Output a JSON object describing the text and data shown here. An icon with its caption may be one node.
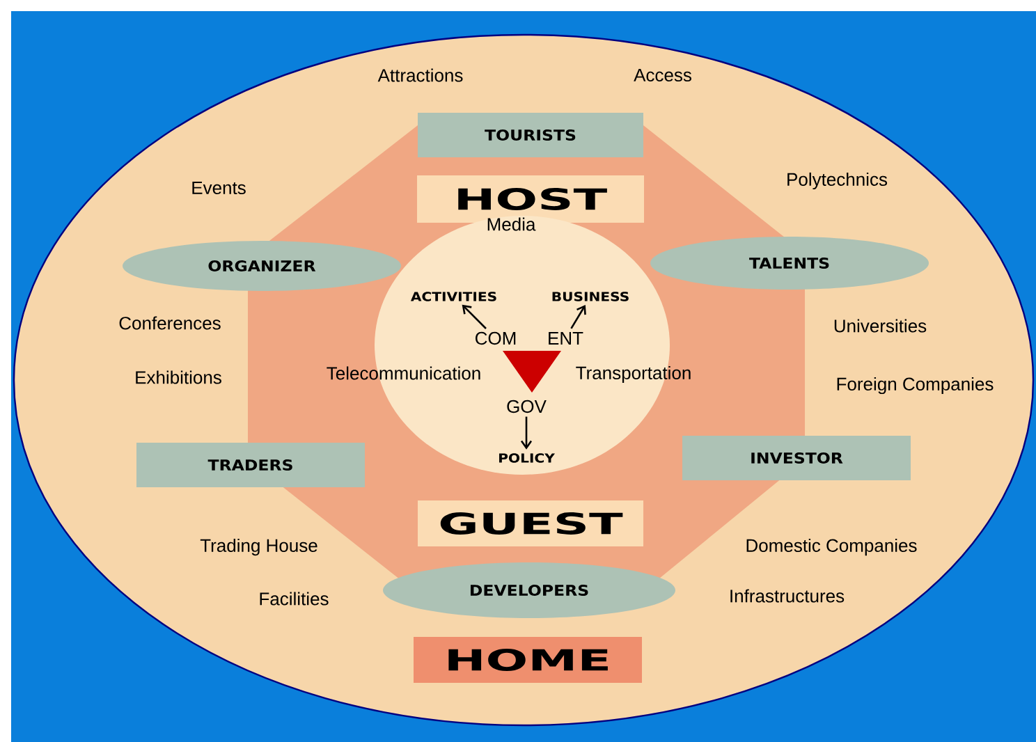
{
  "diagram": {
    "nodes": [
      {
        "text": [
          "TOURISTS"
        ]
      },
      {
        "text": [
          "HOST"
        ]
      },
      {
        "text": [
          "ORGANIZER"
        ]
      },
      {
        "text": [
          "TALENTS"
        ]
      },
      {
        "text": [
          "Media",
          "Telecommunication",
          "Transportation"
        ]
      },
      {
        "text": [
          "ACTIVITIES"
        ],
        "in": 4
      },
      {
        "text": [
          "BUSINESS"
        ],
        "in": 4
      },
      {
        "text": [
          "COM"
        ],
        "in": 4
      },
      {
        "text": [
          "ENT"
        ],
        "in": 4
      },
      {
        "text": [
          "GOV"
        ],
        "in": 4
      },
      {
        "text": [
          "POLICY"
        ],
        "in": 4
      },
      {
        "text": [
          "TRADERS"
        ]
      },
      {
        "text": [
          "INVESTOR"
        ]
      },
      {
        "text": [
          "GUEST"
        ]
      },
      {
        "text": [
          "DEVELOPERS"
        ]
      },
      {
        "text": [
          "HOME"
        ]
      }
    ],
    "edges": [
      {
        "from": 7,
        "to": 5,
        "arrow": "to"
      },
      {
        "from": 8,
        "to": 6,
        "arrow": "to"
      },
      {
        "from": 9,
        "to": 10,
        "arrow": "to"
      }
    ],
    "labels": [
      "Attractions",
      "Access",
      "Events",
      "Polytechnics",
      "Conferences",
      "Universities",
      "Exhibitions",
      "Foreign Companies",
      "Trading House",
      "Domestic Companies",
      "Facilities",
      "Infrastructures"
    ]
  }
}
